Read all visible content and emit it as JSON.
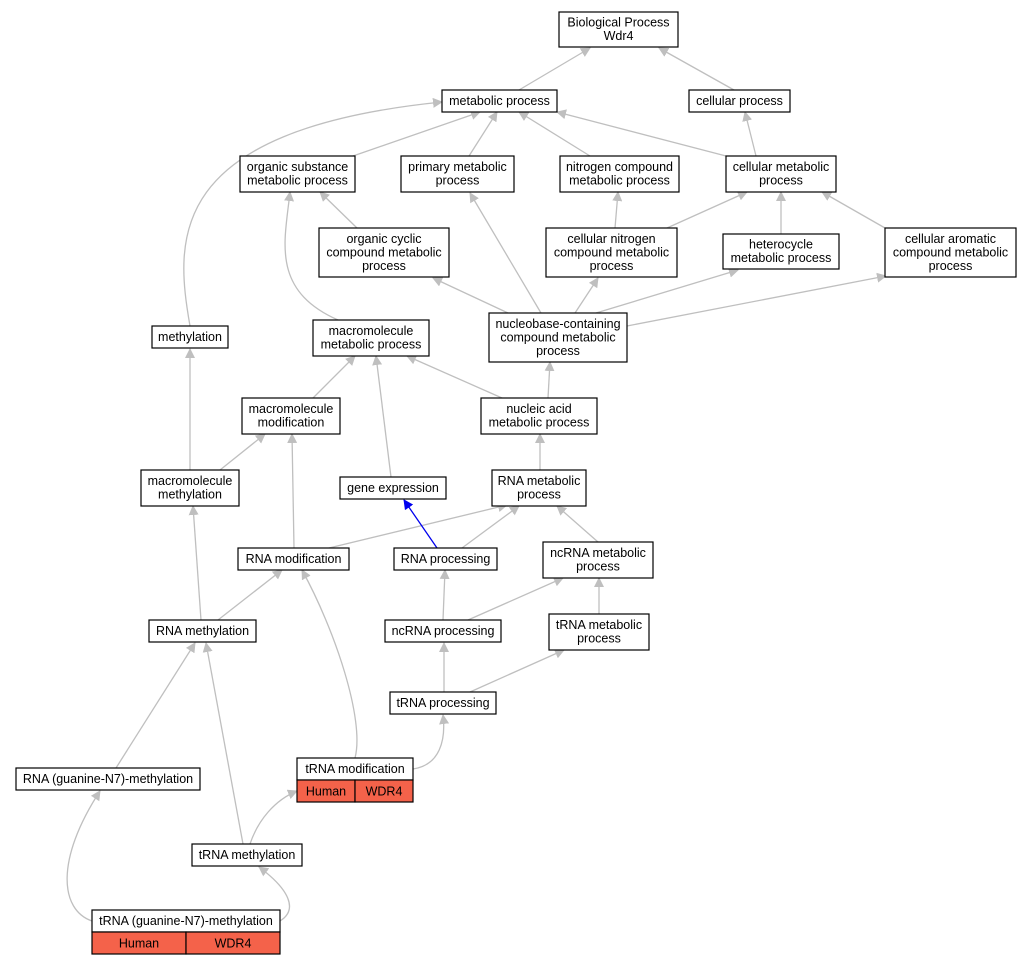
{
  "colors": {
    "background": "#ffffff",
    "edge": "#bfbfbf",
    "highlight_edge": "#0000ee",
    "annotation": "#f4624a",
    "node_border": "#000000"
  },
  "nodes": {
    "bp": {
      "lines": [
        "Biological Process",
        "Wdr4"
      ]
    },
    "metabolic": {
      "lines": [
        "metabolic process"
      ]
    },
    "cellular": {
      "lines": [
        "cellular process"
      ]
    },
    "org_subst": {
      "lines": [
        "organic substance",
        "metabolic process"
      ]
    },
    "primary": {
      "lines": [
        "primary metabolic",
        "process"
      ]
    },
    "nitrogen": {
      "lines": [
        "nitrogen compound",
        "metabolic process"
      ]
    },
    "cell_met": {
      "lines": [
        "cellular metabolic",
        "process"
      ]
    },
    "org_cyclic": {
      "lines": [
        "organic cyclic",
        "compound metabolic",
        "process"
      ]
    },
    "cell_nitro": {
      "lines": [
        "cellular nitrogen",
        "compound metabolic",
        "process"
      ]
    },
    "heterocycle": {
      "lines": [
        "heterocycle",
        "metabolic process"
      ]
    },
    "cell_arom": {
      "lines": [
        "cellular aromatic",
        "compound metabolic",
        "process"
      ]
    },
    "methylation": {
      "lines": [
        "methylation"
      ]
    },
    "macro_met": {
      "lines": [
        "macromolecule",
        "metabolic process"
      ]
    },
    "nucleobase": {
      "lines": [
        "nucleobase-containing",
        "compound metabolic",
        "process"
      ]
    },
    "macro_mod": {
      "lines": [
        "macromolecule",
        "modification"
      ]
    },
    "nucleic": {
      "lines": [
        "nucleic acid",
        "metabolic process"
      ]
    },
    "macro_meth": {
      "lines": [
        "macromolecule",
        "methylation"
      ]
    },
    "gene_expr": {
      "lines": [
        "gene expression"
      ]
    },
    "rna_met": {
      "lines": [
        "RNA metabolic",
        "process"
      ]
    },
    "rna_mod": {
      "lines": [
        "RNA modification"
      ]
    },
    "rna_proc": {
      "lines": [
        "RNA processing"
      ]
    },
    "ncrna_met": {
      "lines": [
        "ncRNA metabolic",
        "process"
      ]
    },
    "rna_meth": {
      "lines": [
        "RNA methylation"
      ]
    },
    "ncrna_proc": {
      "lines": [
        "ncRNA processing"
      ]
    },
    "trna_met": {
      "lines": [
        "tRNA metabolic",
        "process"
      ]
    },
    "trna_proc": {
      "lines": [
        "tRNA processing"
      ]
    },
    "rna_g7": {
      "lines": [
        "RNA (guanine-N7)-methylation"
      ]
    },
    "trna_mod": {
      "lines": [
        "tRNA modification"
      ],
      "annotation": [
        "Human",
        "WDR4"
      ]
    },
    "trna_meth": {
      "lines": [
        "tRNA methylation"
      ]
    },
    "trna_g7": {
      "lines": [
        "tRNA (guanine-N7)-methylation"
      ],
      "annotation": [
        "Human",
        "WDR4"
      ]
    }
  }
}
